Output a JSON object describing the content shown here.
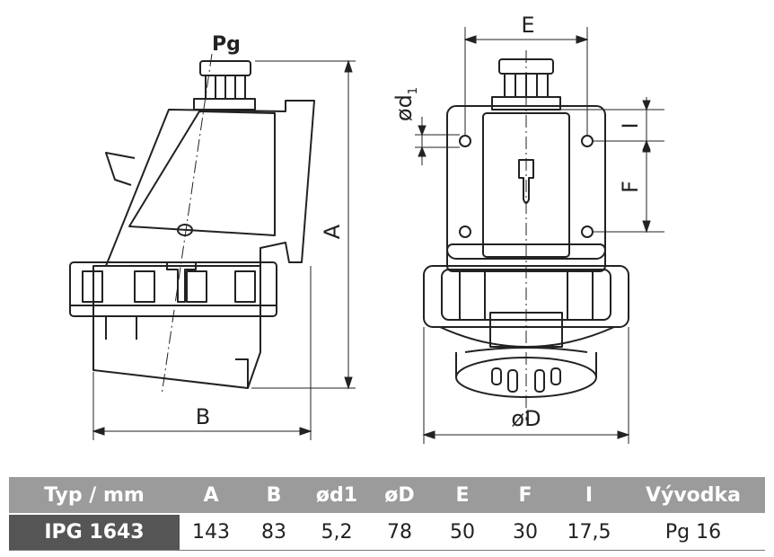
{
  "drawing": {
    "pg_label": "Pg",
    "dim_a": "A",
    "dim_b": "B",
    "dim_e": "E",
    "dim_d1_main": "ød",
    "dim_d1_sub": "1",
    "dim_i": "I",
    "dim_f": "F",
    "dim_d": "øD"
  },
  "table": {
    "headers": [
      "Typ / mm",
      "A",
      "B",
      "ød1",
      "øD",
      "E",
      "F",
      "I",
      "Vývodka"
    ],
    "rows": [
      [
        "IPG 1643",
        "143",
        "83",
        "5,2",
        "78",
        "50",
        "30",
        "17,5",
        "Pg 16"
      ]
    ]
  },
  "colors": {
    "header_bg": "#9b9b9b",
    "type_cell_bg": "#555555",
    "line": "#222222"
  }
}
